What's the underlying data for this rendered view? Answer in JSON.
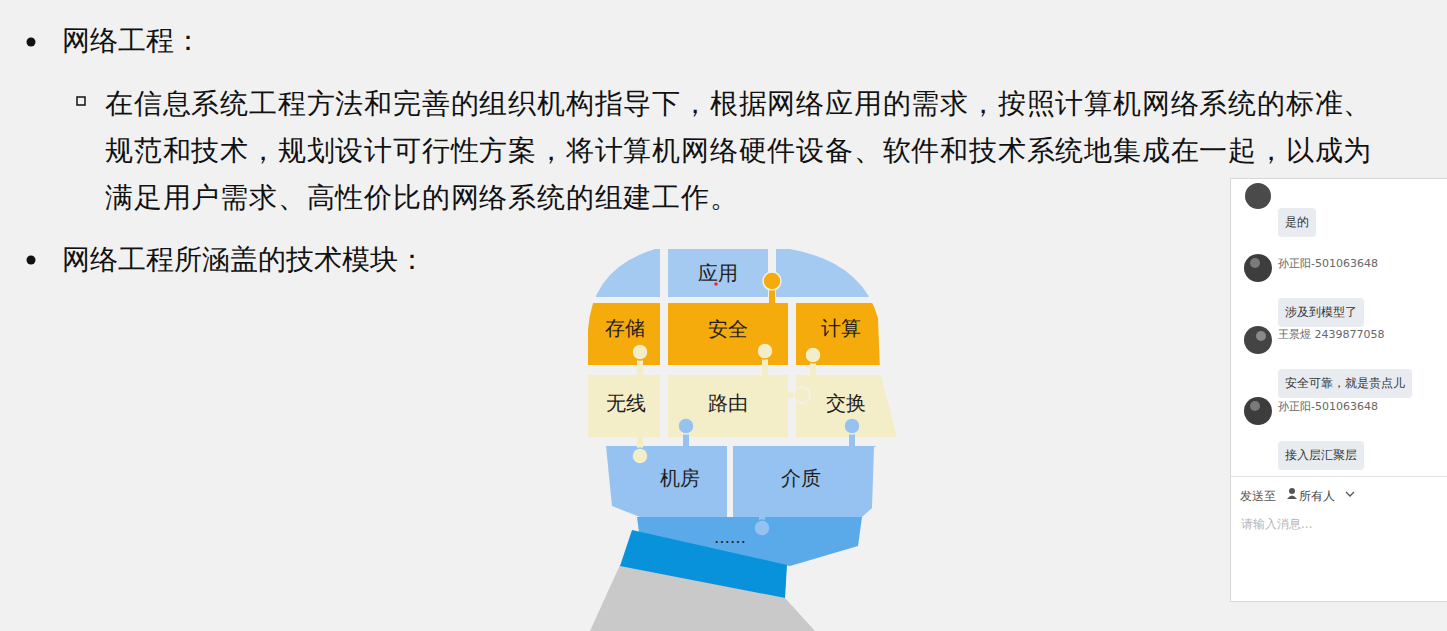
{
  "diagram": {
    "title": "网络工程：",
    "nodes": [
      {
        "text": [
          "应用"
        ]
      },
      {
        "text": [
          "存储"
        ]
      },
      {
        "text": [
          "安全"
        ]
      },
      {
        "text": [
          "计算"
        ]
      },
      {
        "text": [
          "无线"
        ]
      },
      {
        "text": [
          "路由"
        ]
      },
      {
        "text": [
          "交换"
        ]
      },
      {
        "text": [
          "机房"
        ]
      },
      {
        "text": [
          "介质"
        ]
      },
      {
        "text": [
          "……"
        ]
      },
      {
        "text": [
          "是的"
        ]
      },
      {
        "text": [
          "孙正阳-501063648",
          "涉及到模型了"
        ]
      },
      {
        "text": [
          "王景煜 2439877058",
          "安全可靠，就是贵点儿"
        ]
      },
      {
        "text": [
          "孙正阳-501063648",
          "接入层汇聚层"
        ]
      }
    ],
    "labels": [
      "在信息系统工程方法和完善的组织机构指导下，根据网络应用的需求，按照计算机网络系统的标准、规范和技术，规划设计可行性方案，将计算机网络硬件设备、软件和技术系统地集成在一起，以成为满足用户需求、高性价比的网络系统的组建工作。",
      "网络工程所涵盖的技术模块：",
      "发送至",
      "所有人",
      "请输入消息..."
    ]
  }
}
